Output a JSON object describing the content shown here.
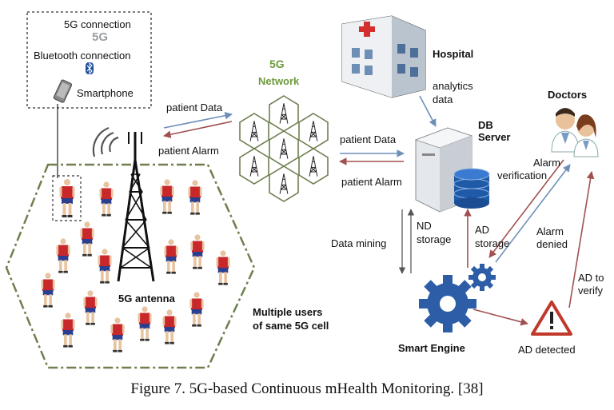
{
  "legend_box": {
    "fiveg_connection": "5G connection",
    "fiveg_symbol": "5G",
    "bluetooth_connection": "Bluetooth connection",
    "smartphone": "Smartphone"
  },
  "network": {
    "title_5g": "5G",
    "title_network": "Network"
  },
  "hospital": {
    "label": "Hospital"
  },
  "analytics": {
    "line1": "analytics",
    "line2": "data"
  },
  "doctors": {
    "label": "Doctors"
  },
  "db_server": {
    "line1": "DB",
    "line2": "Server"
  },
  "flows_left": {
    "patient_data": "patient Data",
    "patient_alarm": "patient Alarm"
  },
  "flows_right": {
    "patient_data": "patient  Data",
    "patient_alarm": "patient Alarm"
  },
  "alarm_verification": {
    "line1": "Alarm",
    "line2": "verification"
  },
  "alarm_denied": {
    "line1": "Alarm",
    "line2": "denied"
  },
  "data_mining": {
    "label": "Data mining"
  },
  "nd_storage": {
    "line1": "ND",
    "line2": "storage"
  },
  "ad_storage": {
    "line1": "AD",
    "line2": "storage"
  },
  "ad_to_verify": {
    "line1": "AD to",
    "line2": "verify"
  },
  "smart_engine": {
    "label": "Smart Engine"
  },
  "ad_detected": {
    "label": "AD detected"
  },
  "antenna": {
    "label": "5G antenna"
  },
  "users_cell": {
    "line1": "Multiple users",
    "line2": "of same 5G cell"
  },
  "caption": {
    "text": "Figure 7. 5G-based Continuous mHealth Monitoring. [38]"
  },
  "colors": {
    "arrow_blue": "#6f8fb8",
    "arrow_red": "#a05050",
    "hex_green": "#6f7f4f",
    "gear_blue": "#2d5da6",
    "db_blue": "#1f5aa8",
    "alert_red": "#c0392b",
    "person_red": "#c8282a",
    "person_blue": "#2a3f8f"
  },
  "icons": [
    "hospital-icon",
    "doctors-icon",
    "db-server-icon",
    "gear-icon",
    "alert-triangle-icon",
    "antenna-tower-icon",
    "smartphone-icon",
    "bluetooth-icon",
    "wifi-waves-icon",
    "person-icon"
  ]
}
